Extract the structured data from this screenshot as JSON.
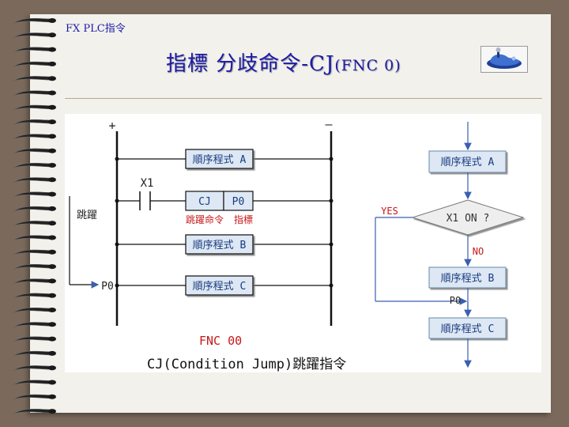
{
  "header": {
    "breadcrumb": "FX PLC指令",
    "title_main": "指標 分歧命令-CJ",
    "title_suffix": "(FNC 0)"
  },
  "ladder": {
    "plus": "+",
    "minus": "—",
    "block_a": "順序程式 A",
    "contact": "X1",
    "cj": "CJ",
    "p0": "P0",
    "cj_caption": "跳躍命令",
    "p0_caption": "指標",
    "block_b": "順序程式 B",
    "jump_label": "跳躍",
    "pointer": "P0",
    "block_c": "順序程式 C"
  },
  "flow": {
    "block_a": "順序程式 A",
    "decision": "X1 ON ?",
    "yes": "YES",
    "no": "NO",
    "block_b": "順序程式 B",
    "pointer": "P0",
    "block_c": "順序程式 C"
  },
  "caption": {
    "fnc": "FNC 00",
    "desc": "CJ(Condition Jump)跳躍指令"
  },
  "colors": {
    "title": "#1b1ba8",
    "annotation_red": "#c81818",
    "box_fill": "#dde8f4",
    "line": "#3a5fb0",
    "paper": "#f3f1ec",
    "background": "#7b6a5c"
  },
  "icons": [
    "spiral-binding-rings",
    "joystick-logo-icon"
  ]
}
